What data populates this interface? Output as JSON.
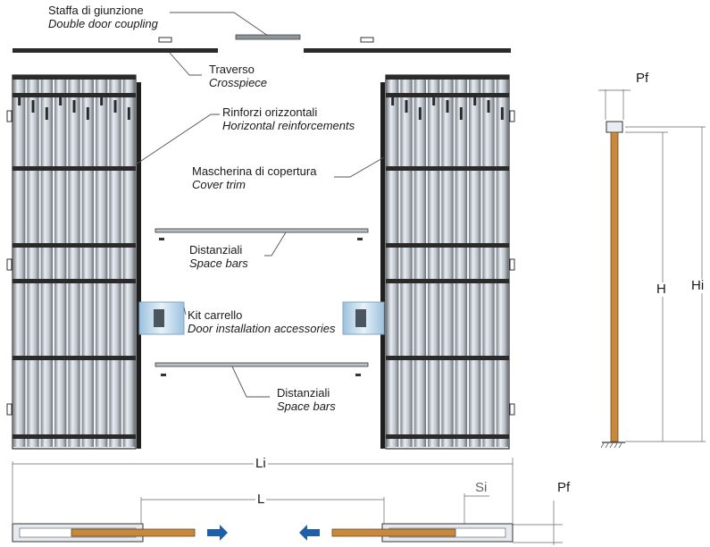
{
  "labels": {
    "coupling": {
      "it": "Staffa di giunzione",
      "en": "Double door coupling"
    },
    "crosspiece": {
      "it": "Traverso",
      "en": "Crosspiece"
    },
    "horizontal": {
      "it": "Rinforzi orizzontali",
      "en": "Horizontal reinforcements"
    },
    "cover": {
      "it": "Mascherina di copertura",
      "en": "Cover trim"
    },
    "spacebars_top": {
      "it": "Distanziali",
      "en": "Space bars"
    },
    "kit": {
      "it": "Kit carrello",
      "en": "Door installation accessories"
    },
    "spacebars_bottom": {
      "it": "Distanziali",
      "en": "Space bars"
    }
  },
  "dimensions": {
    "pf_side": "Pf",
    "h": "H",
    "hi": "Hi",
    "li": "Li",
    "l": "L",
    "si": "Si",
    "pf_plan": "Pf"
  },
  "colors": {
    "frame": "#2a2a2a",
    "metal_light": "#e6eaf0",
    "metal_mid": "#9aa3ad",
    "wood": "#c8893c",
    "arrow": "#1f5fa8",
    "leader": "#555555",
    "kit_box": "#bcd6ea"
  },
  "icons": {
    "arrow_right": "arrow-right-icon",
    "arrow_left": "arrow-left-icon"
  }
}
